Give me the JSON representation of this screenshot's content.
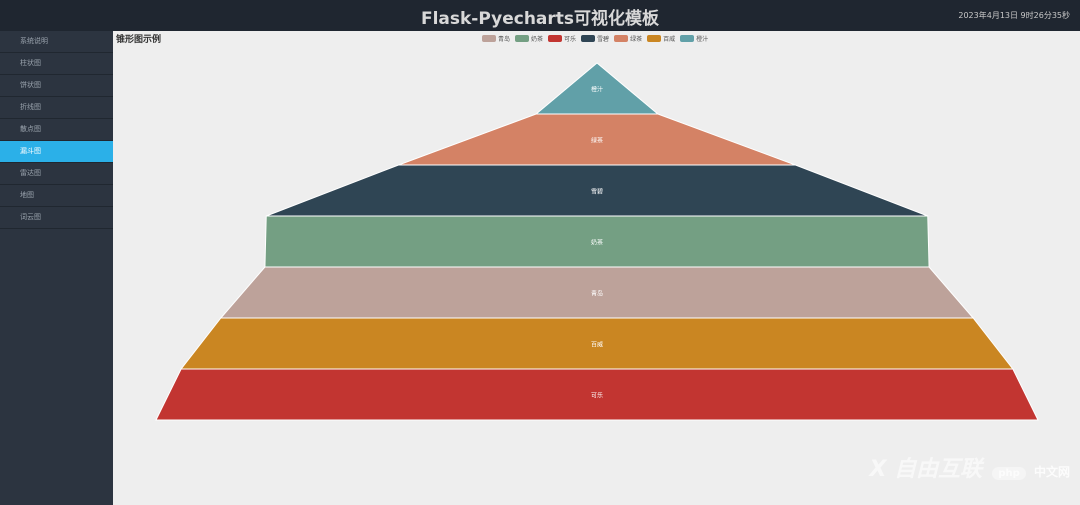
{
  "header": {
    "title": "Flask-Pyecharts可视化模板",
    "time": "2023年4月13日 9时26分35秒"
  },
  "sidebar": {
    "items": [
      {
        "label": "系统说明",
        "active": false
      },
      {
        "label": "柱状图",
        "active": false
      },
      {
        "label": "饼状图",
        "active": false
      },
      {
        "label": "折线图",
        "active": false
      },
      {
        "label": "散点图",
        "active": false
      },
      {
        "label": "漏斗图",
        "active": true
      },
      {
        "label": "雷达图",
        "active": false
      },
      {
        "label": "地图",
        "active": false
      },
      {
        "label": "词云图",
        "active": false
      }
    ]
  },
  "main": {
    "chart_title": "锥形图示例"
  },
  "watermark": {
    "brand": "X 自由互联",
    "pill": "php",
    "site": "中文网"
  },
  "chart_data": {
    "type": "funnel",
    "title": "锥形图示例",
    "legend_position": "top-center",
    "legend": [
      {
        "name": "青岛",
        "color": "#bda29a"
      },
      {
        "name": "奶茶",
        "color": "#749f83"
      },
      {
        "name": "可乐",
        "color": "#c23531"
      },
      {
        "name": "雪碧",
        "color": "#2f4554"
      },
      {
        "name": "绿茶",
        "color": "#d48265"
      },
      {
        "name": "百威",
        "color": "#ca8622"
      },
      {
        "name": "橙汁",
        "color": "#61a0a8"
      }
    ],
    "slices_top_to_bottom": [
      {
        "name": "橙汁",
        "color": "#61a0a8",
        "top_width": 0.0,
        "bottom_width": 0.138
      },
      {
        "name": "绿茶",
        "color": "#d48265",
        "top_width": 0.138,
        "bottom_width": 0.45
      },
      {
        "name": "雪碧",
        "color": "#2f4554",
        "top_width": 0.45,
        "bottom_width": 0.75
      },
      {
        "name": "奶茶",
        "color": "#749f83",
        "top_width": 0.75,
        "bottom_width": 0.753
      },
      {
        "name": "青岛",
        "color": "#bda29a",
        "top_width": 0.753,
        "bottom_width": 0.853
      },
      {
        "name": "百威",
        "color": "#ca8622",
        "top_width": 0.853,
        "bottom_width": 0.943
      },
      {
        "name": "可乐",
        "color": "#c23531",
        "top_width": 0.943,
        "bottom_width": 1.0
      }
    ]
  }
}
